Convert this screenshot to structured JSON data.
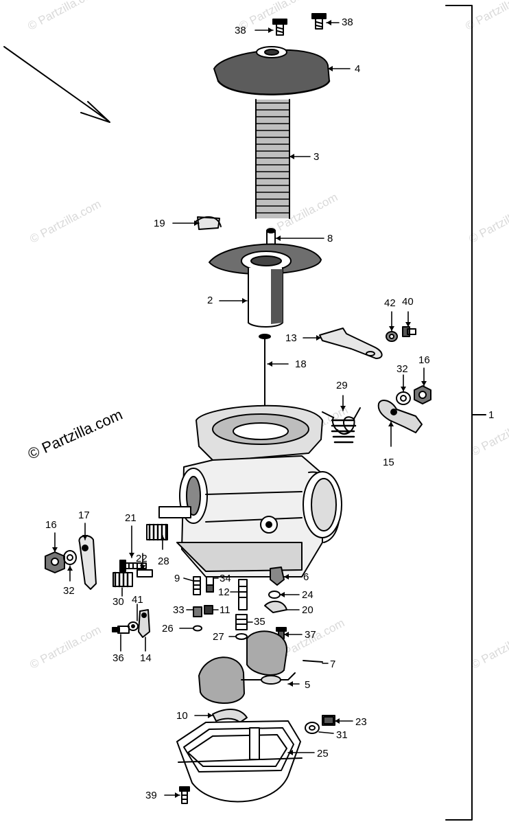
{
  "watermark": {
    "small": "© Partzilla.com",
    "large": "© Partzilla.com"
  },
  "callouts": [
    "1",
    "2",
    "3",
    "4",
    "5",
    "6",
    "7",
    "8",
    "9",
    "10",
    "11",
    "12",
    "13",
    "14",
    "15",
    "16",
    "16b",
    "17",
    "18",
    "19",
    "20",
    "21",
    "22",
    "23",
    "24",
    "25",
    "26",
    "27",
    "28",
    "29",
    "30",
    "31",
    "32",
    "32b",
    "33",
    "34",
    "35",
    "36",
    "37",
    "38",
    "38b",
    "39",
    "40",
    "41",
    "42"
  ],
  "labels": {
    "p1": "1",
    "p2": "2",
    "p3": "3",
    "p4": "4",
    "p5": "5",
    "p6": "6",
    "p7": "7",
    "p8": "8",
    "p9": "9",
    "p10": "10",
    "p11": "11",
    "p12": "12",
    "p13": "13",
    "p14": "14",
    "p15": "15",
    "p16": "16",
    "p16b": "16",
    "p17": "17",
    "p18": "18",
    "p19": "19",
    "p20": "20",
    "p21": "21",
    "p22": "22",
    "p23": "23",
    "p24": "24",
    "p25": "25",
    "p26": "26",
    "p27": "27",
    "p28": "28",
    "p29": "29",
    "p30": "30",
    "p31": "31",
    "p32": "32",
    "p32b": "32",
    "p33": "33",
    "p34": "34",
    "p35": "35",
    "p36": "36",
    "p37": "37",
    "p38": "38",
    "p38b": "38",
    "p39": "39",
    "p40": "40",
    "p41": "41",
    "p42": "42"
  }
}
